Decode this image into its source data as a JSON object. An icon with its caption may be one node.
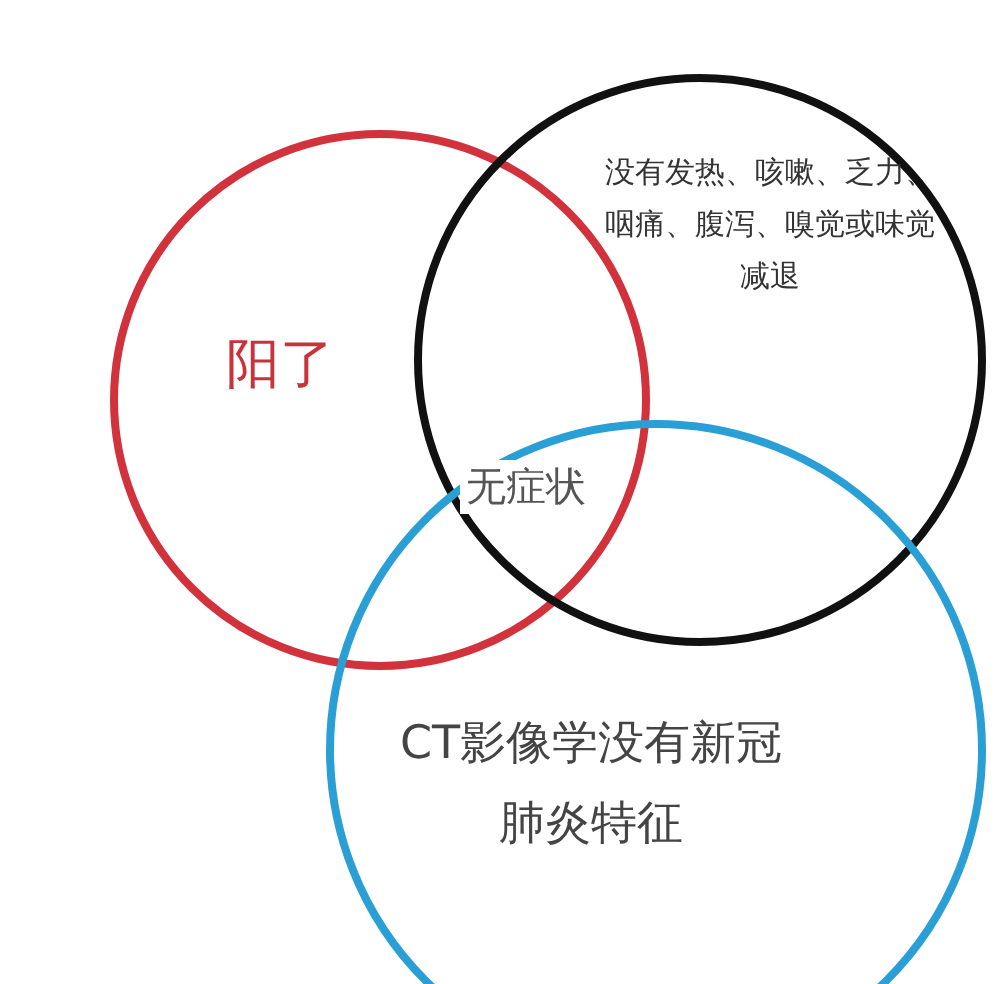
{
  "diagram": {
    "nodes": [
      {
        "text": [
          "阳了"
        ]
      },
      {
        "text": [
          "没有发热、咳嗽、乏力、咽痛、腹泻、嗅觉或味觉减退"
        ]
      },
      {
        "text": [
          "CT影像学没有新冠肺炎特征"
        ]
      }
    ],
    "labels": [
      "无症状"
    ]
  }
}
